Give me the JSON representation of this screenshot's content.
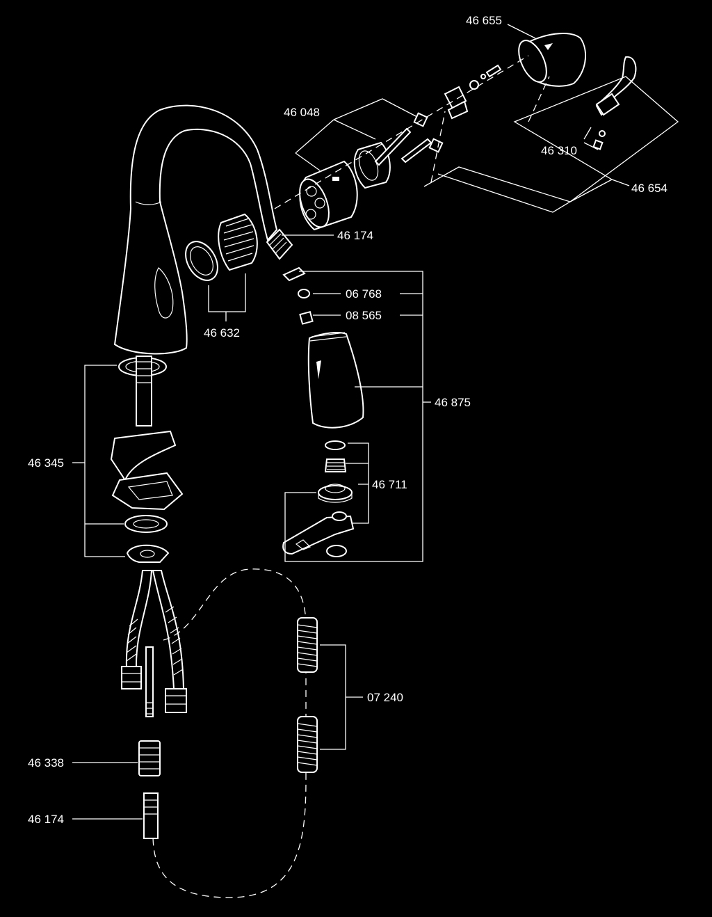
{
  "diagram": {
    "colors": {
      "background": "#000000",
      "line": "#ffffff"
    },
    "labels": {
      "p46655": "46 655",
      "p46048": "46 048",
      "p46310": "46 310",
      "p46654": "46 654",
      "p46174_top": "46 174",
      "p06768": "06 768",
      "p08565": "08 565",
      "p46632": "46 632",
      "p46875": "46 875",
      "p46345": "46 345",
      "p46711": "46 711",
      "p07240": "07 240",
      "p46338": "46 338",
      "p46174_bottom": "46 174"
    }
  }
}
